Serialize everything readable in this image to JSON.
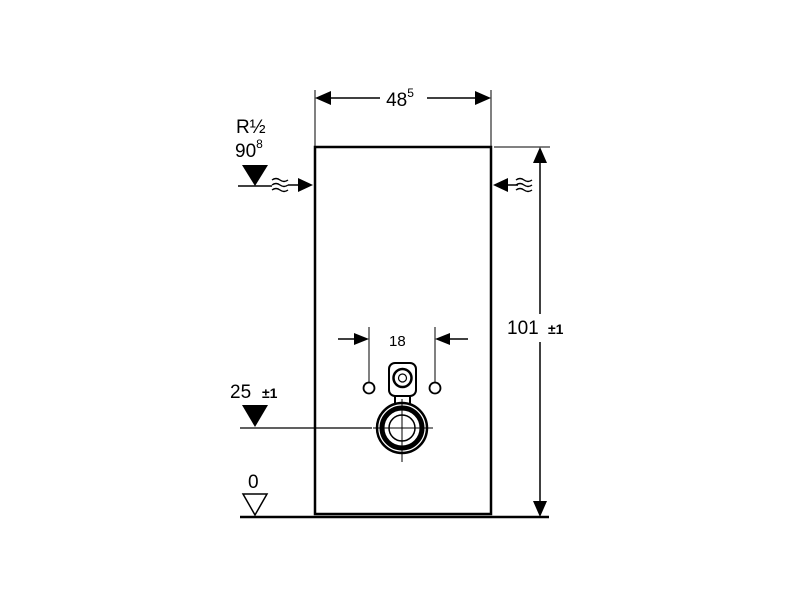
{
  "dimensions": {
    "width_value": "48",
    "width_sup": "5",
    "height_value": "101",
    "height_tol": "±1",
    "bracket_value": "18"
  },
  "levels": {
    "supply_thread": "R½",
    "supply_height": "90",
    "supply_height_sup": "8",
    "drain_height": "25",
    "drain_tol": "±1",
    "floor": "0"
  }
}
